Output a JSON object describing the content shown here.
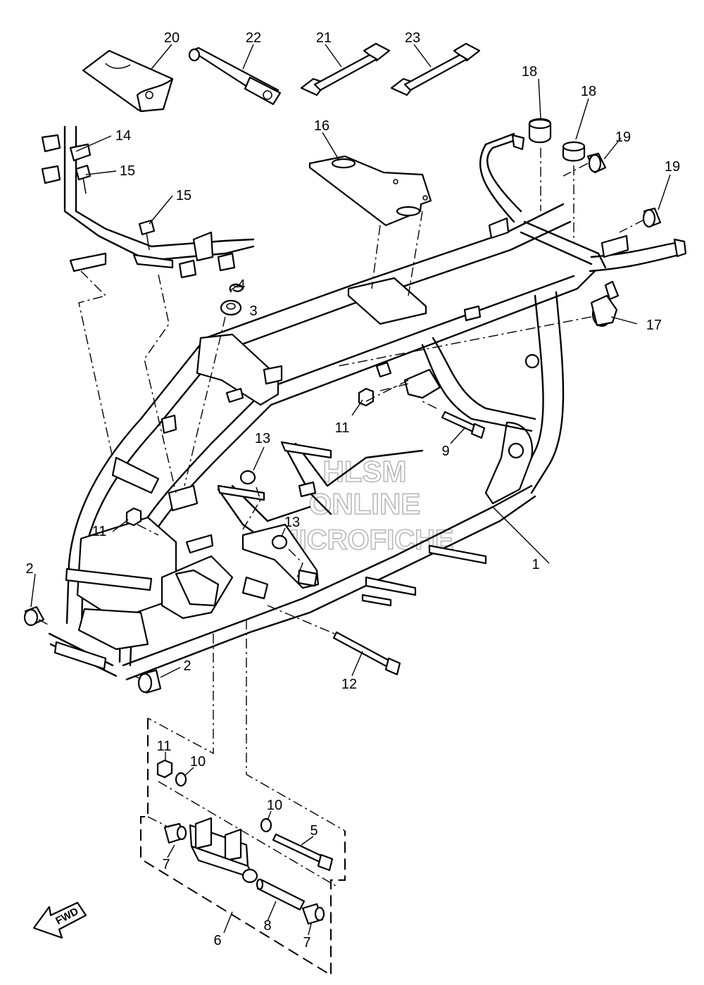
{
  "callouts": {
    "c1": "1",
    "c2a": "2",
    "c2b": "2",
    "c3": "3",
    "c4": "4",
    "c5": "5",
    "c6": "6",
    "c7a": "7",
    "c7b": "7",
    "c8": "8",
    "c9": "9",
    "c10a": "10",
    "c10b": "10",
    "c11a": "11",
    "c11b": "11",
    "c11c": "11",
    "c12": "12",
    "c13a": "13",
    "c13b": "13",
    "c14": "14",
    "c15a": "15",
    "c15b": "15",
    "c16": "16",
    "c17": "17",
    "c18a": "18",
    "c18b": "18",
    "c19a": "19",
    "c19b": "19",
    "c20": "20",
    "c21": "21",
    "c22": "22",
    "c23": "23"
  },
  "watermark": {
    "line1": "HLSM",
    "line2": "ONLINE",
    "line3": "MICROFICHE"
  },
  "fwd_label": "FWD"
}
